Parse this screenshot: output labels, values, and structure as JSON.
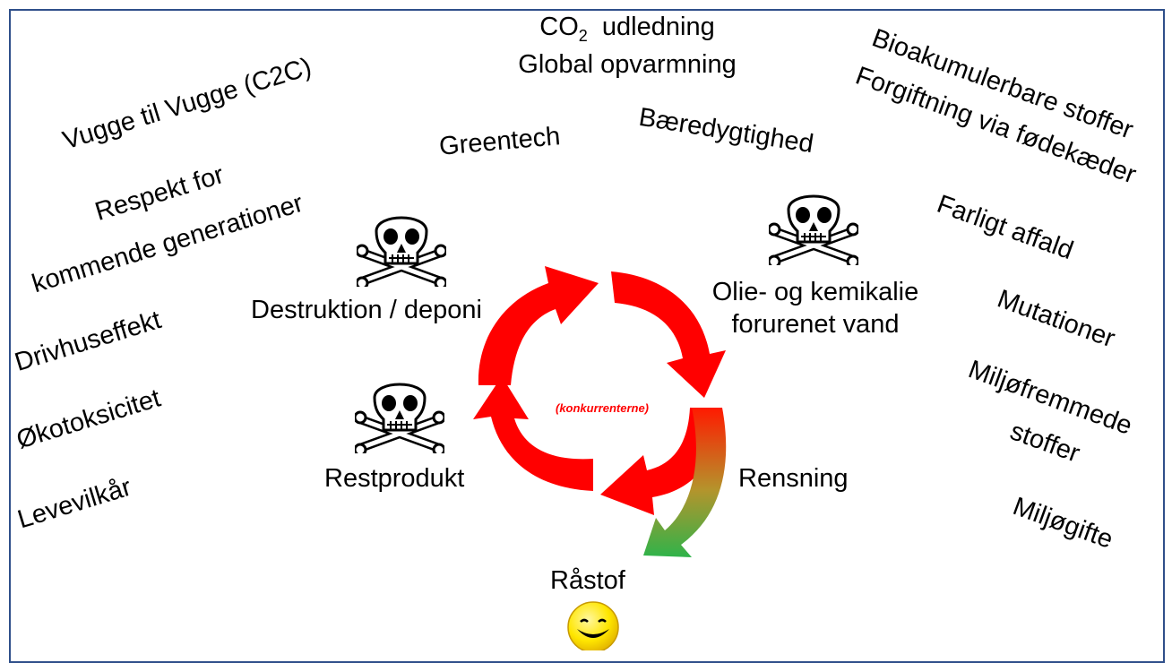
{
  "top_title": {
    "line1_prefix": "CO",
    "line1_sub": "2",
    "line1_suffix": "  udledning",
    "line2": "Global opvarmning"
  },
  "left_terms": {
    "vugge": "Vugge til Vugge (C2C)",
    "respekt_line1": "Respekt for",
    "respekt_line2": "kommende generationer",
    "drivhus": "Drivhuseffekt",
    "okotoks": "Økotoksicitet",
    "levevilkar": "Levevilkår"
  },
  "middle_terms": {
    "greentech": "Greentech",
    "baeredygtighed": "Bæredygtighed"
  },
  "right_terms": {
    "bioak_line1": "Bioakumulerbare stoffer",
    "bioak_line2": "Forgiftning via fødekæder",
    "farligt": "Farligt affald",
    "mutationer": "Mutationer",
    "miljofremmede_line1": "Miljøfremmede",
    "miljofremmede_line2": "stoffer",
    "miljogifte": "Miljøgifte"
  },
  "cycle": {
    "destruktion": "Destruktion / deponi",
    "olie_line1": "Olie- og kemikalie",
    "olie_line2": "forurenet vand",
    "restprodukt": "Restprodukt",
    "rensning": "Rensning",
    "rastof": "Råstof",
    "center_label": "(konkurrenterne)"
  },
  "icons": [
    "skull-crossbones-icon",
    "smiley-face-icon"
  ],
  "colors": {
    "arrow_red": "#ff0000",
    "arrow_green": "#2fb34a",
    "frame_border": "#2f4f8a",
    "smiley_yellow": "#ffe600"
  }
}
